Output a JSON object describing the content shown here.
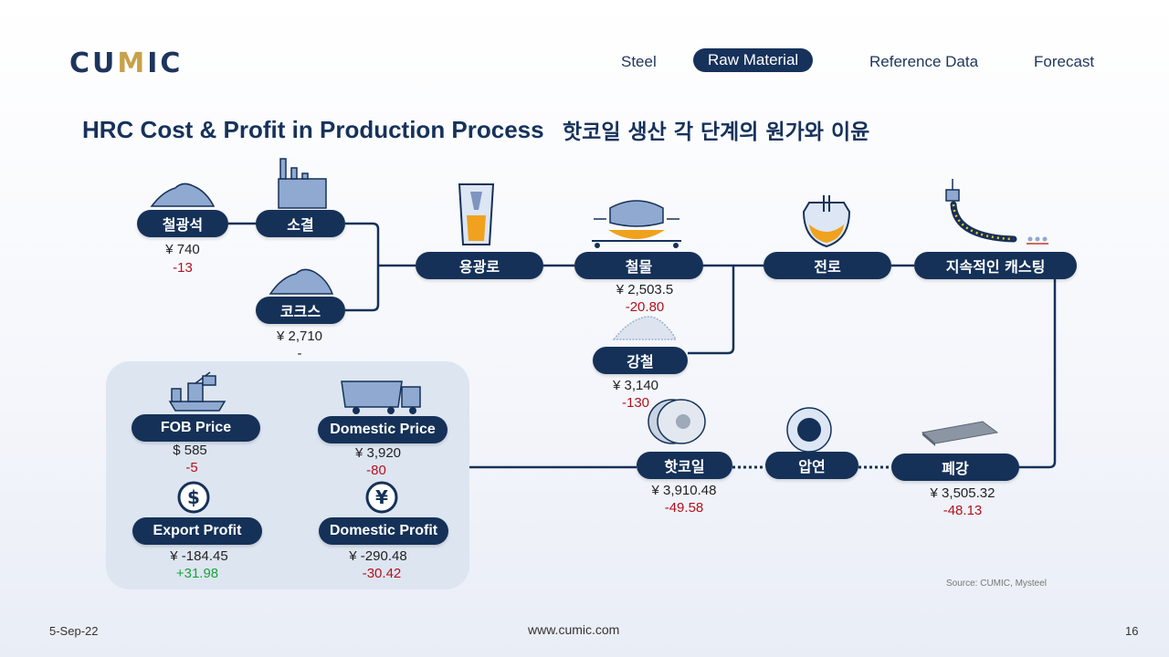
{
  "logo": {
    "prefix": "CU",
    "accent": "M",
    "suffix": "IC"
  },
  "nav": [
    {
      "label": "Steel"
    },
    {
      "label": "Raw Material"
    },
    {
      "label": "Reference Data"
    },
    {
      "label": "Forecast"
    }
  ],
  "title": {
    "en": "HRC Cost & Profit in Production Process",
    "kr": "핫코일 생산 각 단계의 원가와 이윤"
  },
  "nodes": {
    "iron_ore": {
      "label": "철광석",
      "price": "¥ 740",
      "change": "-13"
    },
    "sinter": {
      "label": "소결"
    },
    "coke": {
      "label": "코크스",
      "price": "¥ 2,710",
      "change": "-"
    },
    "blast_furnace": {
      "label": "용광로"
    },
    "molten_iron": {
      "label": "철물",
      "price": "¥ 2,503.5",
      "change": "-20.80"
    },
    "scrap": {
      "label": "강철",
      "price": "¥ 3,140",
      "change": "-130"
    },
    "converter": {
      "label": "전로"
    },
    "casting": {
      "label": "지속적인 캐스팅"
    },
    "slab": {
      "label": "폐강",
      "price": "¥ 3,505.32",
      "change": "-48.13"
    },
    "rolling": {
      "label": "압연"
    },
    "hrc": {
      "label": "핫코일",
      "price": "¥ 3,910.48",
      "change": "-49.58"
    }
  },
  "panel": {
    "fob": {
      "label": "FOB Price",
      "price": "$ 585",
      "change": "-5"
    },
    "domestic": {
      "label": "Domestic Price",
      "price": "¥ 3,920",
      "change": "-80"
    },
    "export_profit": {
      "label": "Export Profit",
      "price": "¥ -184.45",
      "change": "+31.98"
    },
    "domestic_profit": {
      "label": "Domestic Profit",
      "price": "¥ -290.48",
      "change": "-30.42"
    }
  },
  "footer": {
    "date": "5-Sep-22",
    "url": "www.cumic.com",
    "page": "16",
    "source": "Source: CUMIC, Mysteel"
  },
  "colors": {
    "navy": "#153158",
    "negative": "#b2121b",
    "positive": "#1aa33a",
    "accent": "#c7a24a"
  }
}
